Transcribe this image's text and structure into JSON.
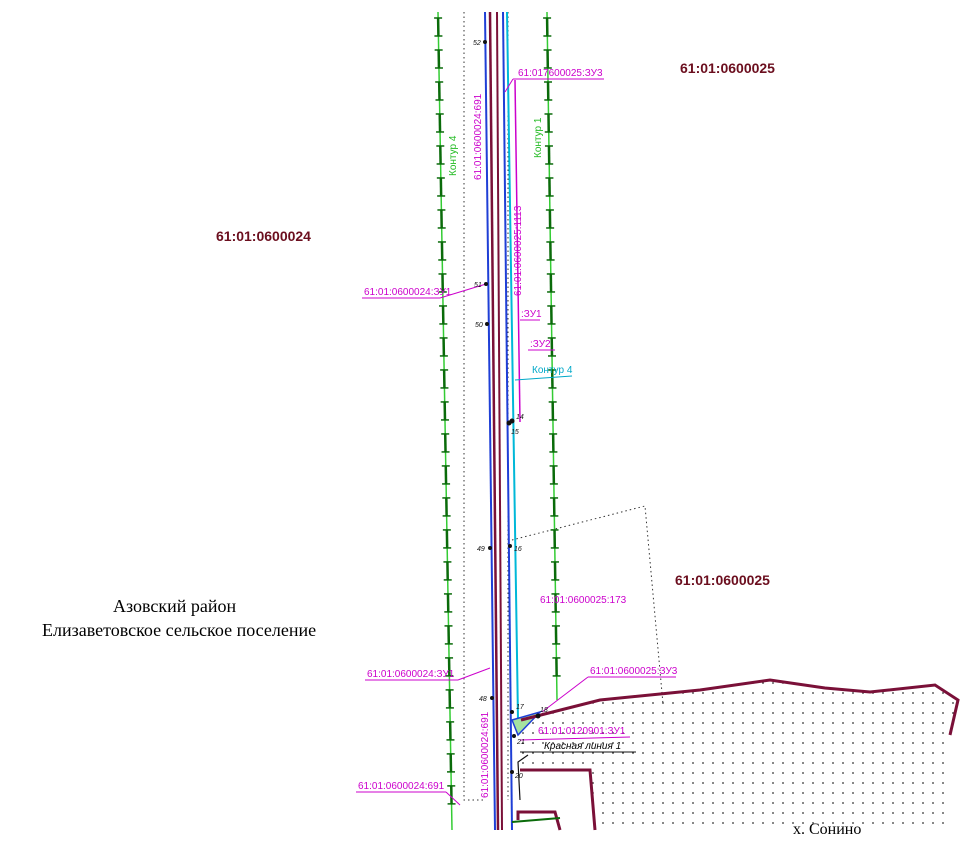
{
  "quarters": {
    "q25_top": "61:01:0600025",
    "q24": "61:01:0600024",
    "q25_mid": "61:01:0600025"
  },
  "parcels": {
    "p_017_zu3_top": "61:017600025:ЗУ3",
    "p_24_691_v1": "61:01:0600024:691",
    "p_25_1113_v": "61:01:0600025:1113",
    "p_24_zu1_a": "61:01:0600024:ЗУ1",
    "p_zu1": ":ЗУ1",
    "p_zu2": ":ЗУ2",
    "p_25_173": "61:01:0600025:173",
    "p_24_zu1_b": "61:01:0600024:ЗУ1",
    "p_25_zu3_b": "61:01:0600025:ЗУ3",
    "p_120901_zu1": "61:01:0120901:ЗУ1",
    "p_24_691_v2": "61:01:0600024:691",
    "p_24_691_h": "61:01:0600024:691"
  },
  "contours": {
    "kontur4_left": "Контур 4",
    "kontur1": "Контур 1",
    "kontur4_cyan": "Контур 4"
  },
  "points": [
    "52",
    "51",
    "50",
    "14",
    "15",
    "49",
    "16",
    "48",
    "17",
    "18",
    "21",
    "20"
  ],
  "red_line": "Красная линия 1",
  "admin": {
    "district": "Азовский район",
    "settlement": "Елизаветовское сельское поселение"
  },
  "village": "х. Сонино",
  "colors": {
    "quarter": "#6b0e1e",
    "parcel": "#cc00cc",
    "contour_green": "#22bb22",
    "contour_cyan": "#00a8c8",
    "boundary": "#7a1038",
    "road_blue": "#1f3fd6",
    "hatch_dark": "#0a6b0a"
  }
}
